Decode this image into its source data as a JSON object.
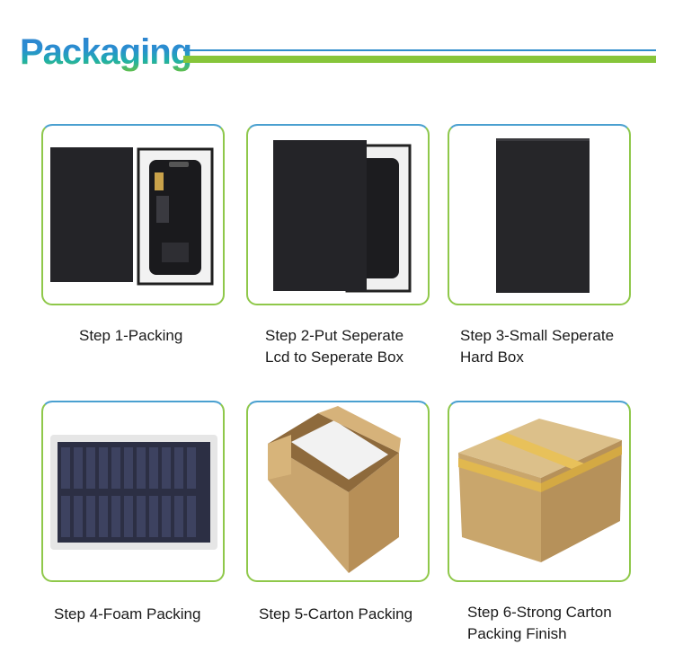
{
  "header": {
    "title": "Packaging"
  },
  "steps": [
    {
      "caption_line1": "Step 1-Packing",
      "caption_line2": ""
    },
    {
      "caption_line1": "Step 2-Put Seperate",
      "caption_line2": "Lcd to Seperate Box"
    },
    {
      "caption_line1": "Step 3-Small Seperate",
      "caption_line2": "Hard Box"
    },
    {
      "caption_line1": "Step 4-Foam Packing",
      "caption_line2": ""
    },
    {
      "caption_line1": "Step 5-Carton Packing",
      "caption_line2": ""
    },
    {
      "caption_line1": "Step 6-Strong Carton",
      "caption_line2": "Packing Finish"
    }
  ],
  "colors": {
    "title_gradient_top": "#2f7fcf",
    "title_gradient_bottom": "#6ec23a",
    "rule_blue": "#2d8ccc",
    "rule_green": "#86c53a",
    "card_border_green": "#8fc84a",
    "card_border_blue": "#4a9fd6"
  }
}
